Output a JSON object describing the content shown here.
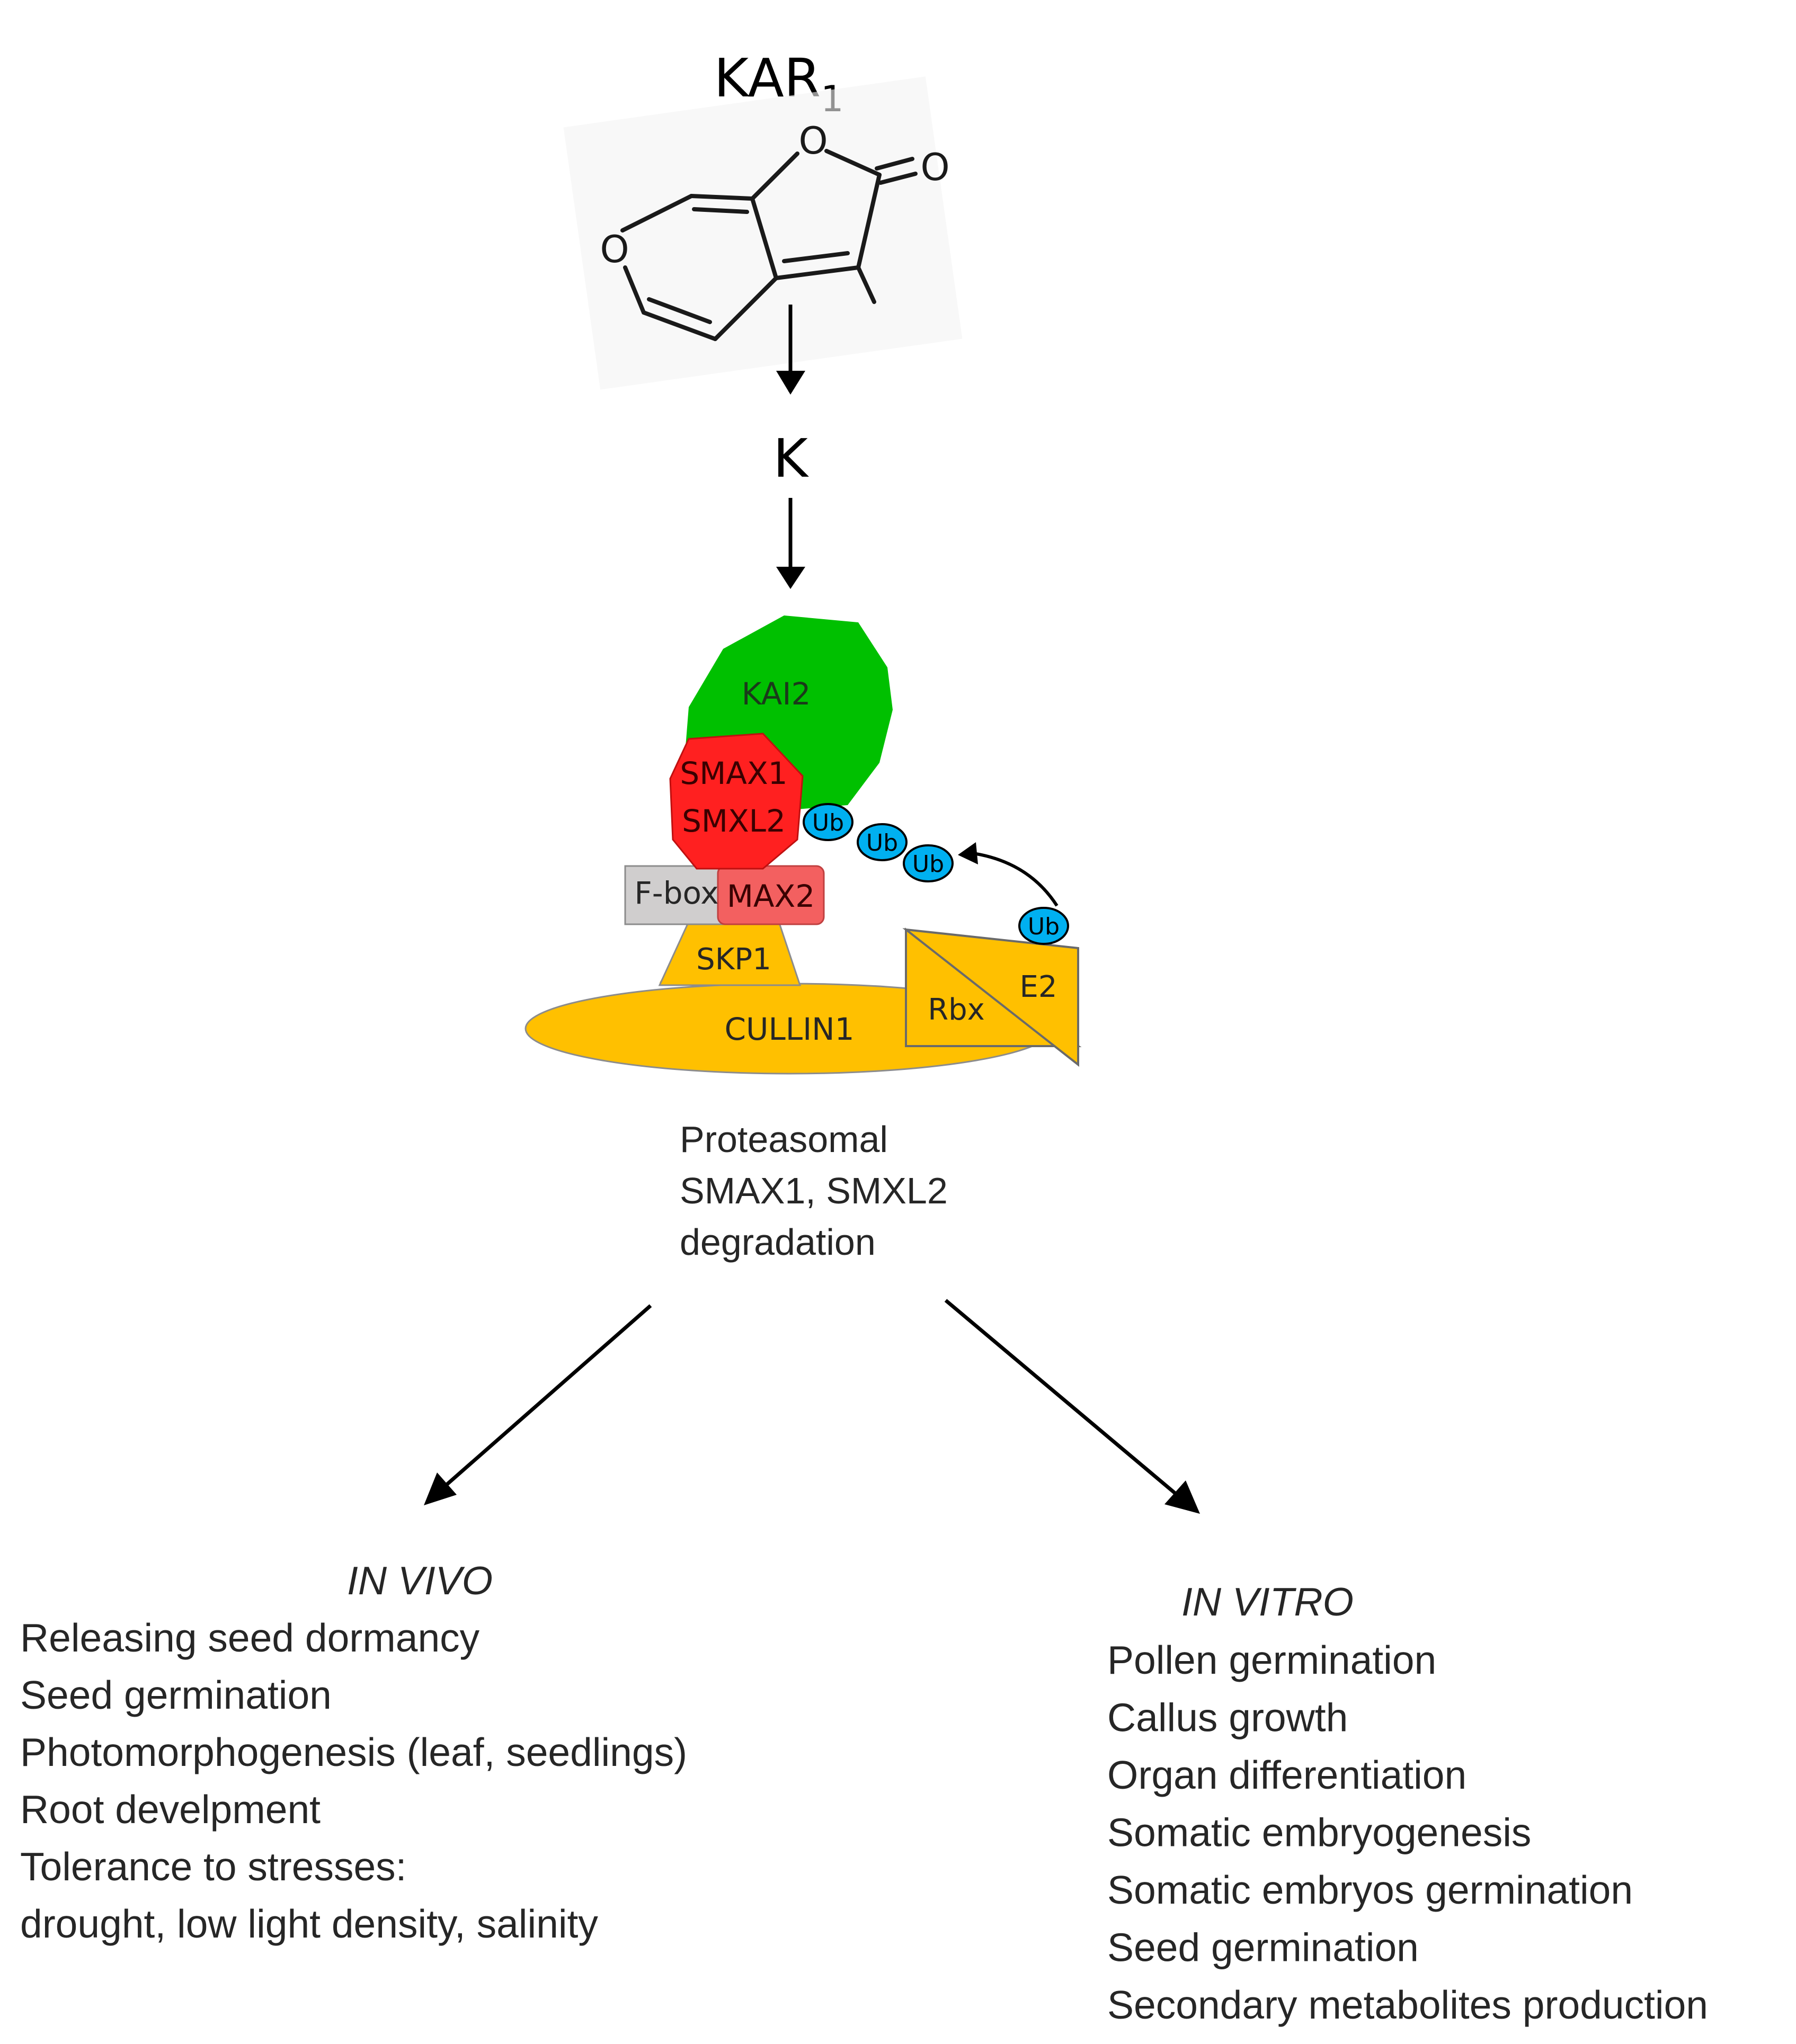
{
  "compound": {
    "name": "KAR",
    "subscript": "1",
    "methyl_label": ""
  },
  "molecule_atoms": {
    "ring_oxygen_1": "O",
    "ring_oxygen_2": "O",
    "carbonyl_oxygen": "O"
  },
  "intermediate": {
    "label": "K"
  },
  "complex": {
    "kai2": "KAI2",
    "smax1": "SMAX1",
    "smxl2": "SMXL2",
    "fbox": "F-box",
    "max2": "MAX2",
    "skp1": "SKP1",
    "cullin1": "CULLIN1",
    "rbx": "Rbx",
    "e2": "E2",
    "ub": [
      "Ub",
      "Ub",
      "Ub",
      "Ub"
    ]
  },
  "outcome": {
    "lines": [
      "Proteasomal",
      "SMAX1, SMXL2",
      "degradation"
    ]
  },
  "in_vivo": {
    "title": "IN VIVO",
    "items": [
      "Releasing seed dormancy",
      "Seed germination",
      "Photomorphogenesis (leaf, seedlings)",
      "Root develpment",
      "Tolerance to stresses:",
      "drought, low light density, salinity"
    ]
  },
  "in_vitro": {
    "title": "IN VITRO",
    "items": [
      "Pollen germination",
      "Callus growth",
      "Organ differentiation",
      "Somatic embryogenesis",
      "Somatic embryos germination",
      "Seed germination",
      "Secondary metabolites production"
    ]
  },
  "colors": {
    "kai2": "#00c000",
    "smax": "#ff2020",
    "max2": "#f36060",
    "fbox": "#d0cece",
    "scf": "#ffc000",
    "ub": "#00b0f0",
    "line": "#000000",
    "text": "#262626"
  }
}
